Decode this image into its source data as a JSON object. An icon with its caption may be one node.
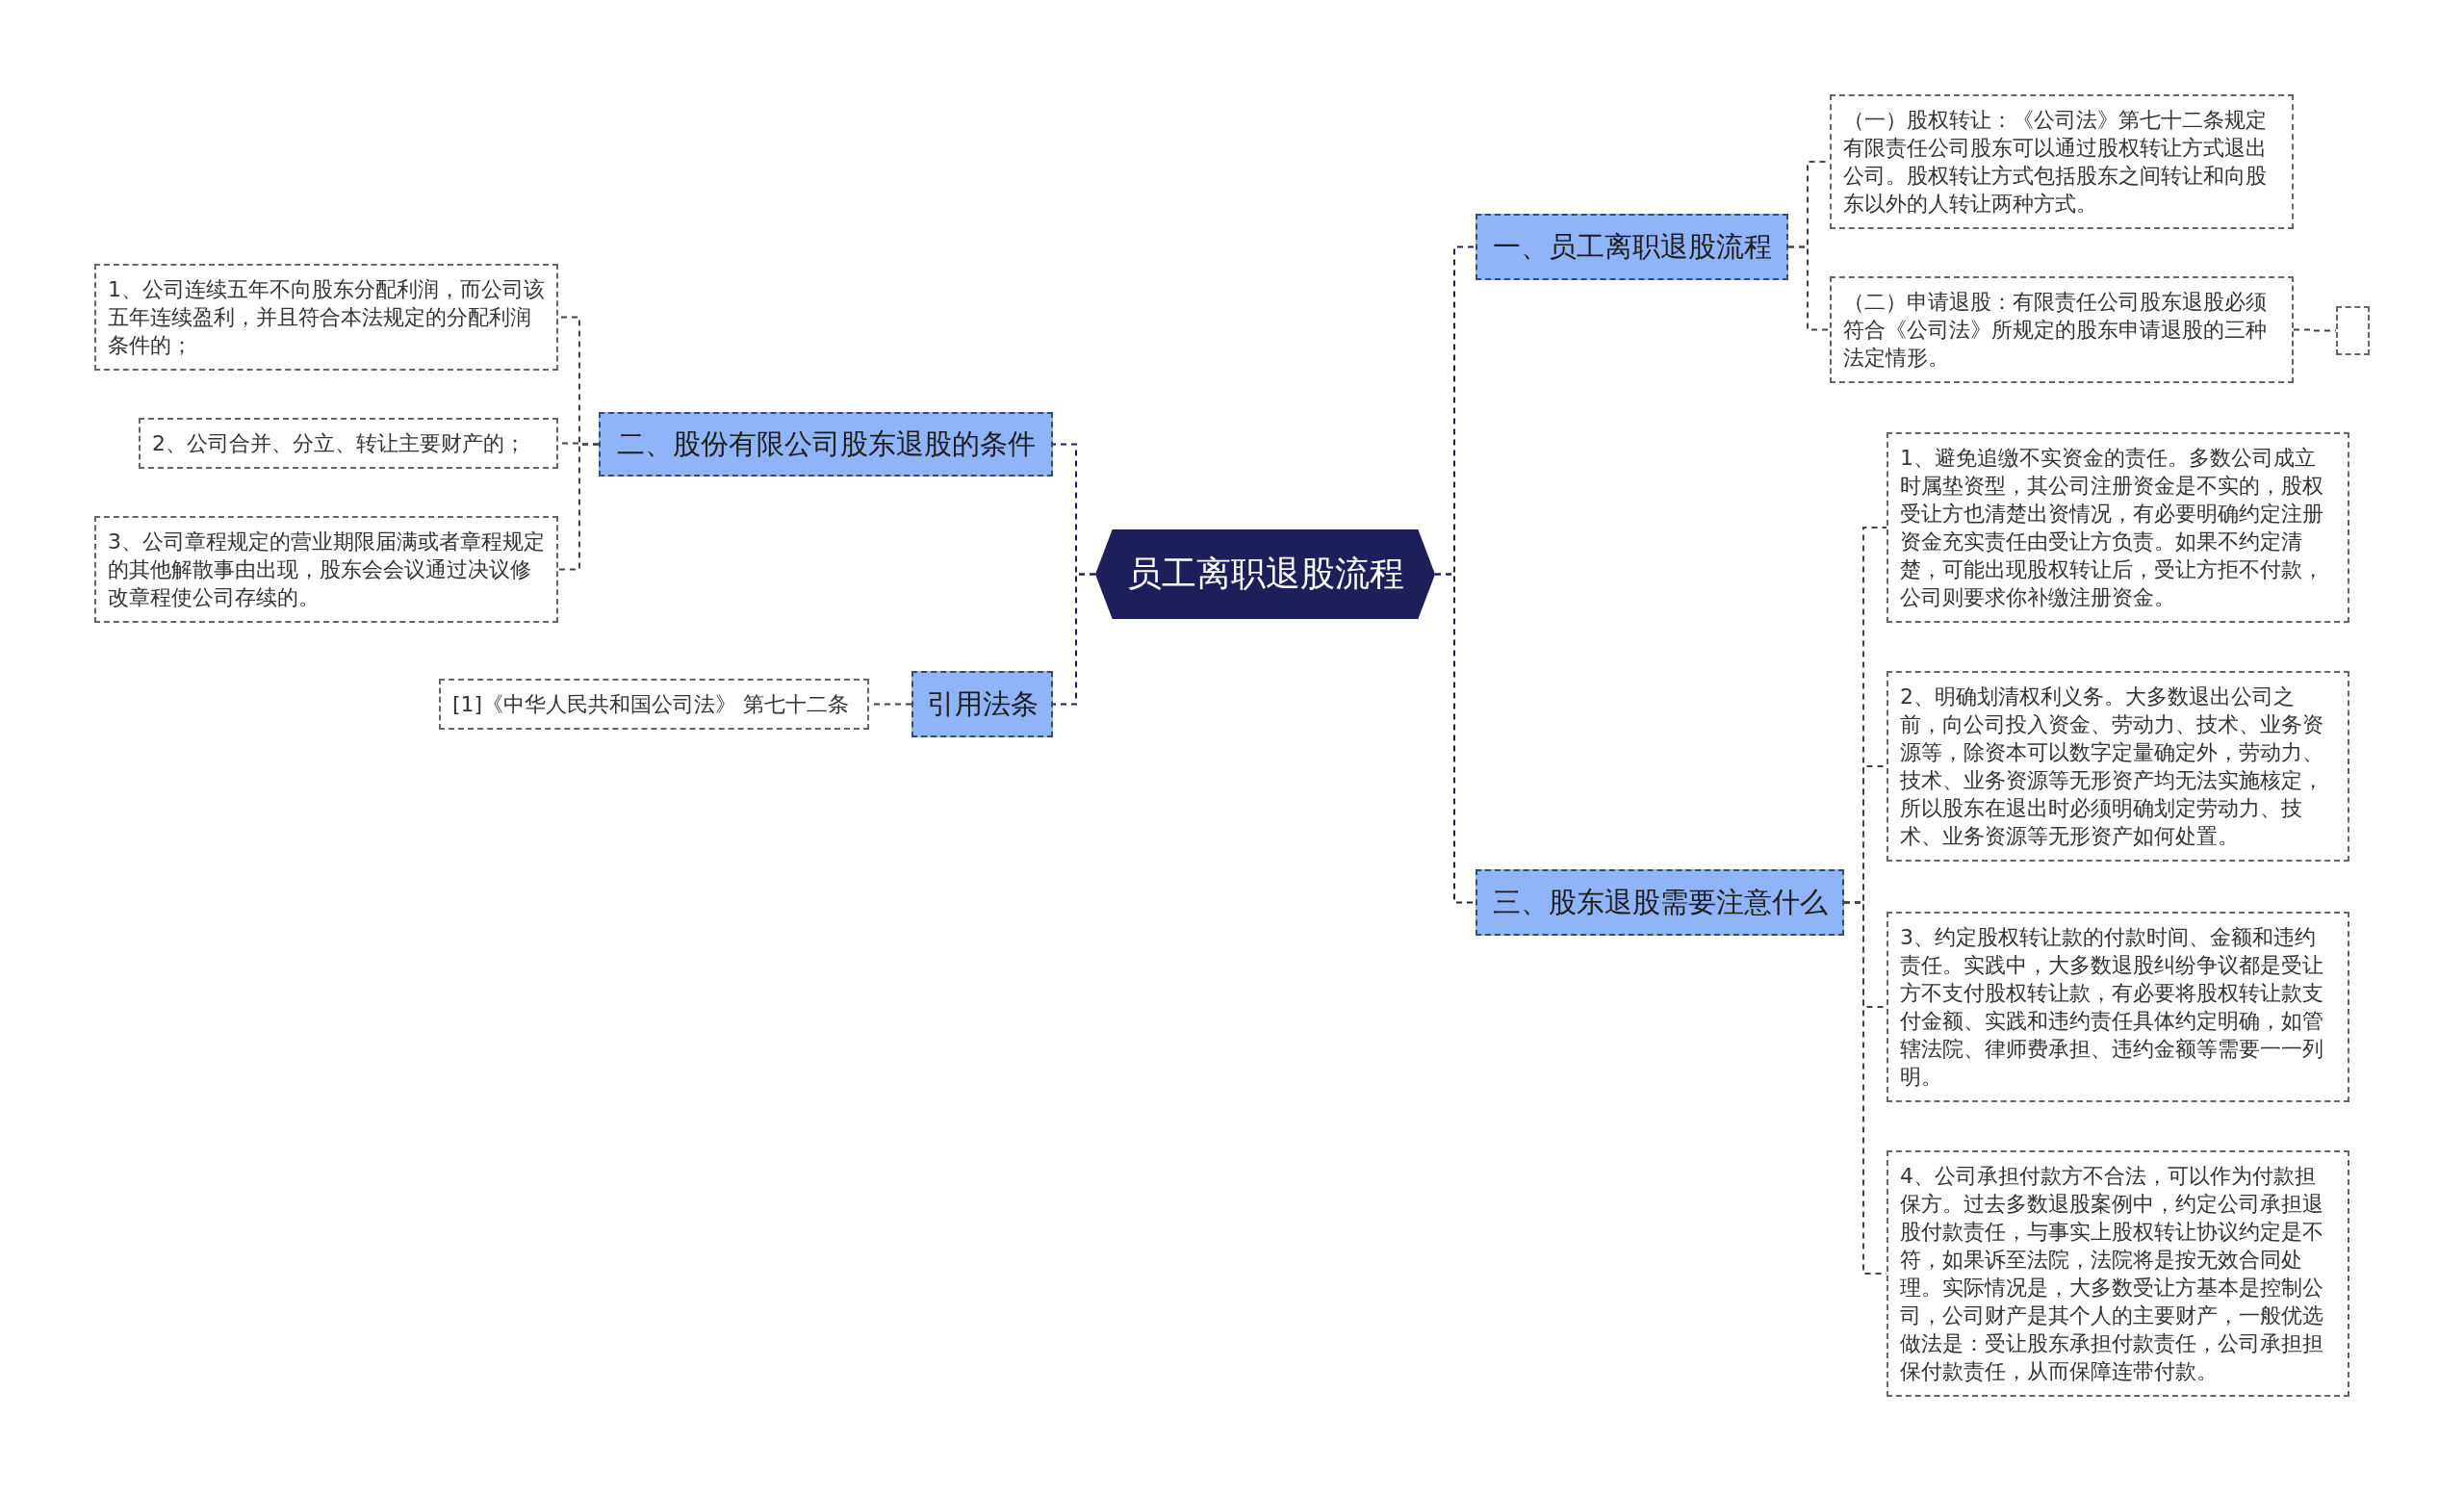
{
  "diagram": {
    "nodes": [
      {
        "text": [
          "员工离职退股流程"
        ]
      },
      {
        "text": [
          "一、员工离职退股流程"
        ]
      },
      {
        "text": [
          "（一）股权转让：《公司法》第七十二条规定有限责任公司股东可以通过股权转让方式退出公司。股权转让方式包括股东之间转让和向股东以外的人转让两种方式。"
        ]
      },
      {
        "text": [
          "（二）申请退股：有限责任公司股东退股必须符合《公司法》所规定的股东申请退股的三种法定情形。"
        ]
      },
      {
        "text": [],
        "shape": "box"
      },
      {
        "text": [
          "二、股份有限公司股东退股的条件"
        ]
      },
      {
        "text": [
          "1、公司连续五年不向股东分配利润，而公司该五年连续盈利，并且符合本法规定的分配利润条件的；"
        ]
      },
      {
        "text": [
          "2、公司合并、分立、转让主要财产的；"
        ]
      },
      {
        "text": [
          "3、公司章程规定的营业期限届满或者章程规定的其他解散事由出现，股东会会议通过决议修改章程使公司存续的。"
        ]
      },
      {
        "text": [
          "引用法条"
        ]
      },
      {
        "text": [
          "[1]《中华人民共和国公司法》 第七十二条"
        ]
      },
      {
        "text": [
          "三、股东退股需要注意什么"
        ]
      },
      {
        "text": [
          "1、避免追缴不实资金的责任。多数公司成立时属垫资型，其公司注册资金是不实的，股权受让方也清楚出资情况，有必要明确约定注册资金充实责任由受让方负责。如果不约定清楚，可能出现股权转让后，受让方拒不付款，公司则要求你补缴注册资金。"
        ]
      },
      {
        "text": [
          "2、明确划清权利义务。大多数退出公司之前，向公司投入资金、劳动力、技术、业务资源等，除资本可以数字定量确定外，劳动力、技术、业务资源等无形资产均无法实施核定，所以股东在退出时必须明确划定劳动力、技术、业务资源等无形资产如何处置。"
        ]
      },
      {
        "text": [
          "3、约定股权转让款的付款时间、金额和违约责任。实践中，大多数退股纠纷争议都是受让方不支付股权转让款，有必要将股权转让款支付金额、实践和违约责任具体约定明确，如管辖法院、律师费承担、违约金额等需要一一列明。"
        ]
      },
      {
        "text": [
          "4、公司承担付款方不合法，可以作为付款担保方。过去多数退股案例中，约定公司承担退股付款责任，与事实上股权转让协议约定是不符，如果诉至法院，法院将是按无效合同处理。实际情况是，大多数受让方基本是控制公司，公司财产是其个人的主要财产，一般优选做法是：受让股东承担付款责任，公司承担担保付款责任，从而保障连带付款。"
        ]
      }
    ],
    "edges": [
      {
        "from": 0,
        "to": 1,
        "arrow": "none"
      },
      {
        "from": 1,
        "to": 2,
        "arrow": "none"
      },
      {
        "from": 1,
        "to": 3,
        "arrow": "none"
      },
      {
        "from": 3,
        "to": 4,
        "arrow": "none"
      },
      {
        "from": 0,
        "to": 5,
        "arrow": "none"
      },
      {
        "from": 5,
        "to": 6,
        "arrow": "none"
      },
      {
        "from": 5,
        "to": 7,
        "arrow": "none"
      },
      {
        "from": 5,
        "to": 8,
        "arrow": "none"
      },
      {
        "from": 0,
        "to": 9,
        "arrow": "none"
      },
      {
        "from": 9,
        "to": 10,
        "arrow": "none"
      },
      {
        "from": 0,
        "to": 11,
        "arrow": "none"
      },
      {
        "from": 11,
        "to": 12,
        "arrow": "none"
      },
      {
        "from": 11,
        "to": 13,
        "arrow": "none"
      },
      {
        "from": 11,
        "to": 14,
        "arrow": "none"
      },
      {
        "from": 11,
        "to": 15,
        "arrow": "none"
      }
    ]
  }
}
